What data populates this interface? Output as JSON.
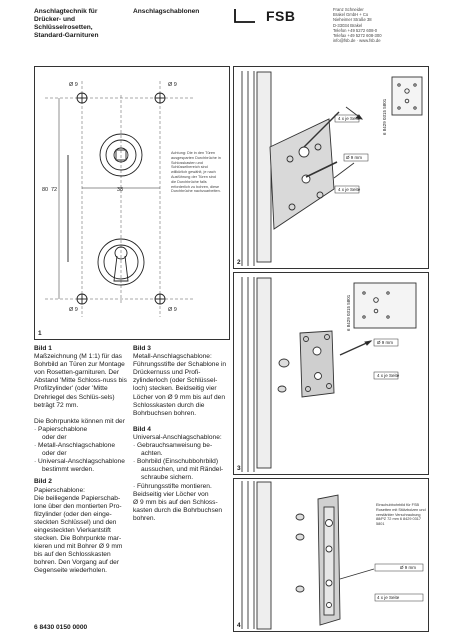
{
  "header": {
    "section_title": "Anschlagtechnik für Drücker- und Schlüsselrosetten, Standard-Garnituren",
    "section_subtitle": "Anschlagschablonen",
    "logo_text": "FSB",
    "address": [
      "Franz Schneider",
      "Brakel GmbH + Co",
      "Nieheimer Straße 38",
      "D-33034 Brakel",
      "Telefon +49 5272 608-0",
      "Telefax +49 5272 608-300",
      "info@fsb.de · www.fsb.de"
    ]
  },
  "figure1": {
    "number": "1",
    "dim_a": "Ø 9",
    "dim_b": "Ø 9",
    "dim_c": "Ø 9",
    "dim_d": "Ø 9",
    "dim_72": "72",
    "dim_80": "80",
    "dim_38": "38",
    "note": "Achtung: Die in den Türen ausgesparten Durchbrüche in Schlosskasten und Schlüsselbereich sind willkürlich gewählt, je nach Ausführung der Türen sind die Durchbrüche falls erforderlich zu bohren, diese Durchbrüche nachzuarbeiten."
  },
  "figure2": {
    "number": "2",
    "label_top": "4 x je Seite",
    "label_mid": "Ø 9 mm",
    "label_bot": "4 x je Seite",
    "code": "6 8429 0315 5801"
  },
  "figure3": {
    "number": "3",
    "code": "6 8429 0315 5801",
    "label_a": "Ø 9 mm",
    "label_b": "4 x je Seite"
  },
  "figure4": {
    "number": "4",
    "note": "Einschubbohrbild für FSB Rosetten mit Stützbolzen und verstärkter Verschraubung 88/PZ 72 mm 6 8429 0317 5801",
    "label_a": "Ø 9 mm",
    "label_b": "4 x je Seite"
  },
  "text_left": {
    "bild1_title": "Bild 1",
    "bild1_body": "Maßzeichnung (M 1:1) für das Bohrbild an Türen zur Montage von Rosetten-garnituren. Der Abstand 'Mitte Schloss-nuss bis Profilzylinder' (oder 'Mitte Drehriegel des Schlüs-sels) beträgt 72 mm.",
    "intro": "Die Bohrpunkte können mit der",
    "list": [
      "· Papierschablone",
      "  oder der",
      "· Metall-Anschlagschablone",
      "  oder der",
      "· Universal-Anschlagschablone",
      "  bestimmt werden."
    ],
    "bild2_title": "Bild 2",
    "bild2_subtitle": "Papierschablone:",
    "bild2_body": "Die beiliegende Papierschab-lone über den montierten Pro-filzylinder (oder den einge-steckten Schlüssel) und den eingesteckten Vierkantstift stecken. Die Bohrpunkte mar-kieren und mit Bohrer Ø 9 mm bis auf den Schlosskasten bohren. Den Vorgang auf der Gegenseite wiederholen."
  },
  "text_right": {
    "bild3_title": "Bild 3",
    "bild3_body": "Metall-Anschlagschablone: Führungsstifte der Schablone in Drückernuss und Profi-zylinderloch (oder Schlüssel-loch) stecken. Beidseitig vier Löcher von Ø 9 mm bis auf den Schlosskasten durch die Bohrbuchsen bohren.",
    "bild4_title": "Bild 4",
    "bild4_subtitle": "Universal-Anschlagschablone:",
    "bild4_list": [
      "· Gebrauchsanweisung be-",
      "  achten.",
      "· Bohrbild (Einschubbohrbild)",
      "  aussuchen, und mit Rändel-",
      "  schraube sichern.",
      "· Führungsstifte montieren.",
      "Beidseitig vier Löcher von",
      "Ø 9 mm bis auf den Schloss-",
      "kasten durch die Bohrbuchsen",
      "bohren."
    ]
  },
  "footer": {
    "code": "6 8430 0150 0000"
  }
}
